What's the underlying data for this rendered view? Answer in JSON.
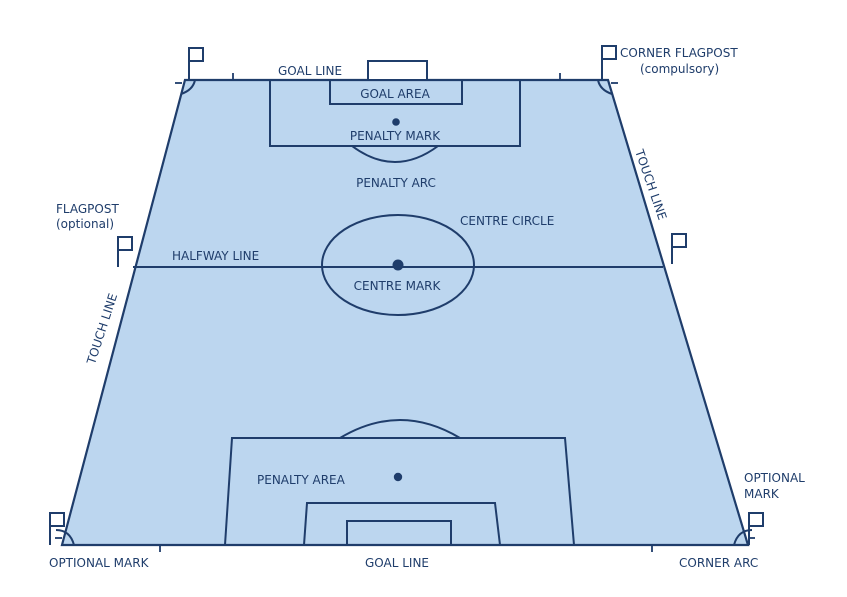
{
  "diagram": {
    "labels": {
      "goal_line_top": "GOAL LINE",
      "goal_line_bottom": "GOAL LINE",
      "goal_area": "GOAL AREA",
      "penalty_mark": "PENALTY MARK",
      "penalty_arc": "PENALTY ARC",
      "corner_flagpost": "CORNER FLAGPOST",
      "corner_flagpost_note": "(compulsory)",
      "touch_line_right": "TOUCH LINE",
      "touch_line_left": "TOUCH LINE",
      "flagpost": "FLAGPOST",
      "flagpost_note": "(optional)",
      "halfway_line": "HALFWAY LINE",
      "centre_circle": "CENTRE CIRCLE",
      "centre_mark": "CENTRE MARK",
      "penalty_area": "PENALTY AREA",
      "optional_mark_right_1": "OPTIONAL",
      "optional_mark_right_2": "MARK",
      "optional_mark_left": "OPTIONAL MARK",
      "corner_arc": "CORNER ARC"
    },
    "colors": {
      "pitch_fill": "#bcd6ef",
      "line": "#1f3d6b",
      "text": "#1f3d6b"
    }
  }
}
